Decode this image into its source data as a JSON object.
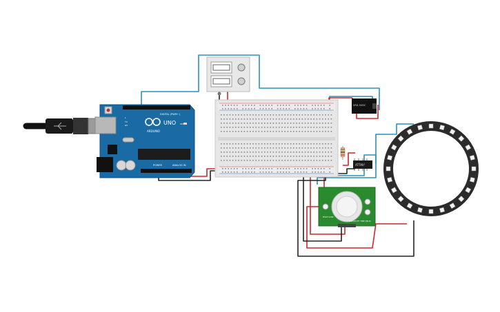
{
  "arduino": {
    "model_label": "UNO",
    "brand_label": "ARDUINO",
    "digital_label": "DIGITAL (PWM~)",
    "power_label": "POWER",
    "analog_label": "ANALOG IN",
    "tx_label": "TX",
    "rx_label": "RX",
    "l_label": "L",
    "on_label": "ON"
  },
  "relay_module": {
    "chip_label": "SRD-5VDC"
  },
  "ic_chip": {
    "label": "ATTINY"
  },
  "pir_sensor": {
    "left_label": "HIGH LOW",
    "right_label": "SENSITIVITY TIME DELAY"
  },
  "colors": {
    "wire_red": "#d2232a",
    "wire_black": "#222222",
    "wire_blue": "#2a8fbd",
    "arduino_board": "#1a6aa3",
    "pir_board": "#2a8a2e",
    "breadboard": "#e6e6e6",
    "neopixel_ring": "#2b2b2b"
  },
  "icons": {
    "usb": "usb-cable-icon",
    "arduino_logo": "infinity-logo-icon"
  }
}
